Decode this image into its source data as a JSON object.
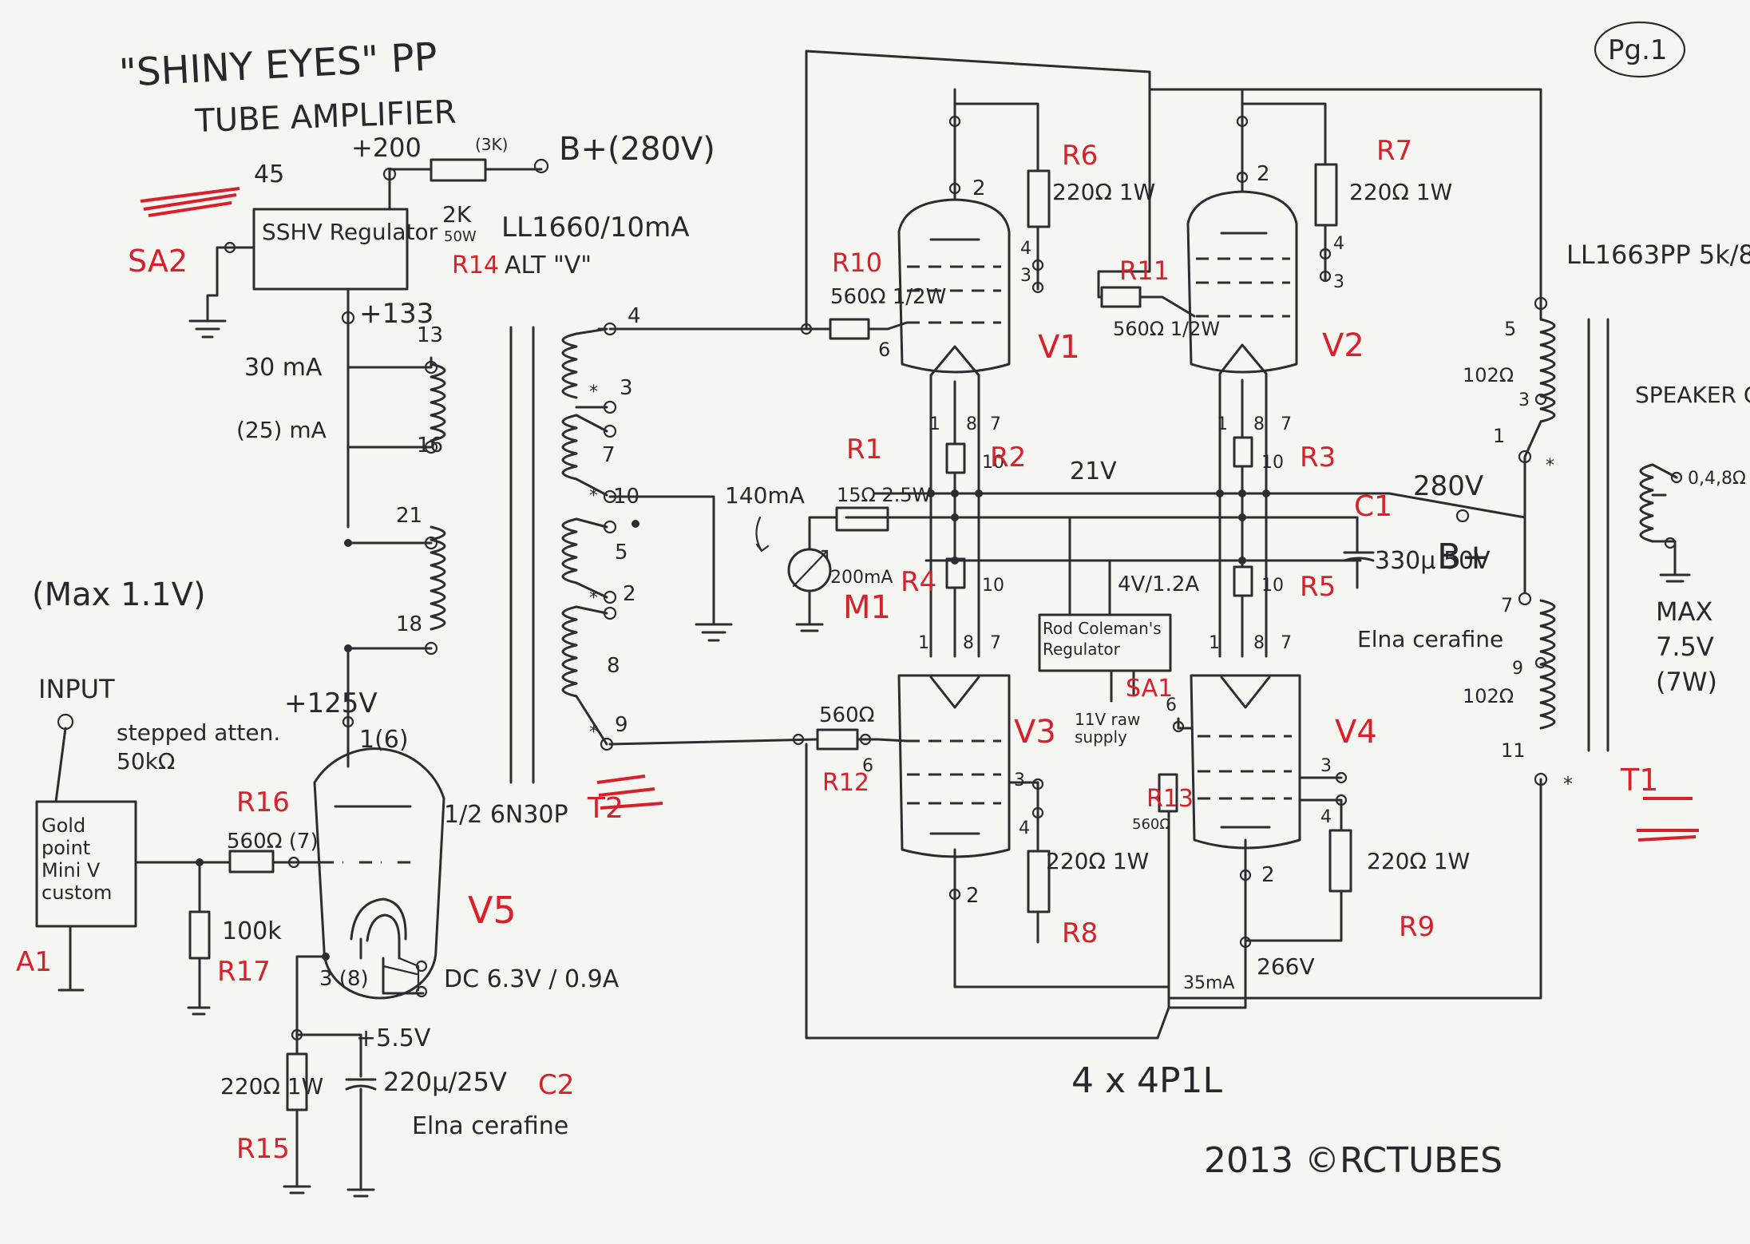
{
  "page_number": "Pg.1",
  "title_line1": "\"SHINY EYES\" PP",
  "title_line2": "TUBE AMPLIFIER",
  "copyright": "2013 ©RCTUBES",
  "power": {
    "v_200": "+200",
    "v_45": "45",
    "bplus": "B+(280V)",
    "r14_value": "2K",
    "r14_power": "50W",
    "r14_current": "(3K)",
    "choke": "LL1660/10mA",
    "r14_label": "R14",
    "alt": "ALT \"V\"",
    "regulator": "SSHV Regulator",
    "sa2": "SA2",
    "v_133": "+133",
    "current_30": "30 mA",
    "current_25": "(25) mA",
    "v_125": "+125V"
  },
  "input": {
    "max": "(Max 1.1V)",
    "input_label": "INPUT",
    "atten": "stepped atten. 50kΩ",
    "attenuator_box": "Gold point Mini V custom",
    "a1": "A1",
    "r16_label": "R16",
    "r16_value": "560Ω (7)",
    "r17_value": "100k",
    "r17_label": "R17"
  },
  "driver": {
    "tube_type": "1/2 6N30P",
    "tube_label": "V5",
    "pin_anode": "1(6)",
    "pin_cathode": "3 (8)",
    "heater": "DC 6.3V / 0.9A",
    "v_cathode": "+5.5V",
    "r15_value": "220Ω 1W",
    "r15_label": "R15",
    "c2_value": "220µ/25V",
    "c2_label": "C2",
    "c2_type": "Elna cerafine"
  },
  "interstage": {
    "pins": [
      "4",
      "3",
      "7",
      "10",
      "5",
      "2",
      "8",
      "9"
    ],
    "primary_pins": [
      "13",
      "16",
      "21",
      "18"
    ],
    "label": "T2"
  },
  "output_stage": {
    "tubes": [
      "V1",
      "V2",
      "V3",
      "V4"
    ],
    "tube_type": "4 x 4P1L",
    "r6_label": "R6",
    "r6_value": "220Ω 1W",
    "r7_label": "R7",
    "r7_value": "220Ω 1W",
    "r8_label": "R8",
    "r8_value": "220Ω 1W",
    "r9_label": "R9",
    "r9_value": "220Ω 1W",
    "r10_label": "R10",
    "r10_value": "560Ω 1/2W",
    "r11_label": "R11",
    "r11_value": "560Ω 1/2W",
    "r12_label": "R12",
    "r12_value": "560Ω",
    "r13_label": "R13",
    "r13_value": "560Ω",
    "r1_label": "R1",
    "r1_value": "15Ω 2.5W",
    "r2_label": "R2",
    "r3_label": "R3",
    "r4_label": "R4",
    "r5_label": "R5",
    "filament_r": "10",
    "v_21": "21V",
    "meter_current": "140mA",
    "meter_range": "200mA",
    "meter_label": "M1",
    "reg_supply": "4V/1.2A",
    "reg_box": "Rod Coleman's Regulator",
    "sa1": "SA1",
    "raw": "11V raw supply",
    "c1_label": "C1",
    "c1_value": "330µ 50V",
    "c1_type": "Elna cerafine",
    "v_280": "280V",
    "bplus": "B+",
    "current_35": "35mA",
    "v_266": "266V"
  },
  "output_transformer": {
    "model": "LL1663PP 5k/8",
    "pins": [
      "5",
      "3",
      "1",
      "7",
      "9",
      "11"
    ],
    "dcr_top": "102Ω",
    "dcr_bottom": "102Ω",
    "speaker": "SPEAKER OUT",
    "taps": "0,4,8Ω",
    "max": "MAX 7.5V (7W)",
    "label": "T1"
  }
}
